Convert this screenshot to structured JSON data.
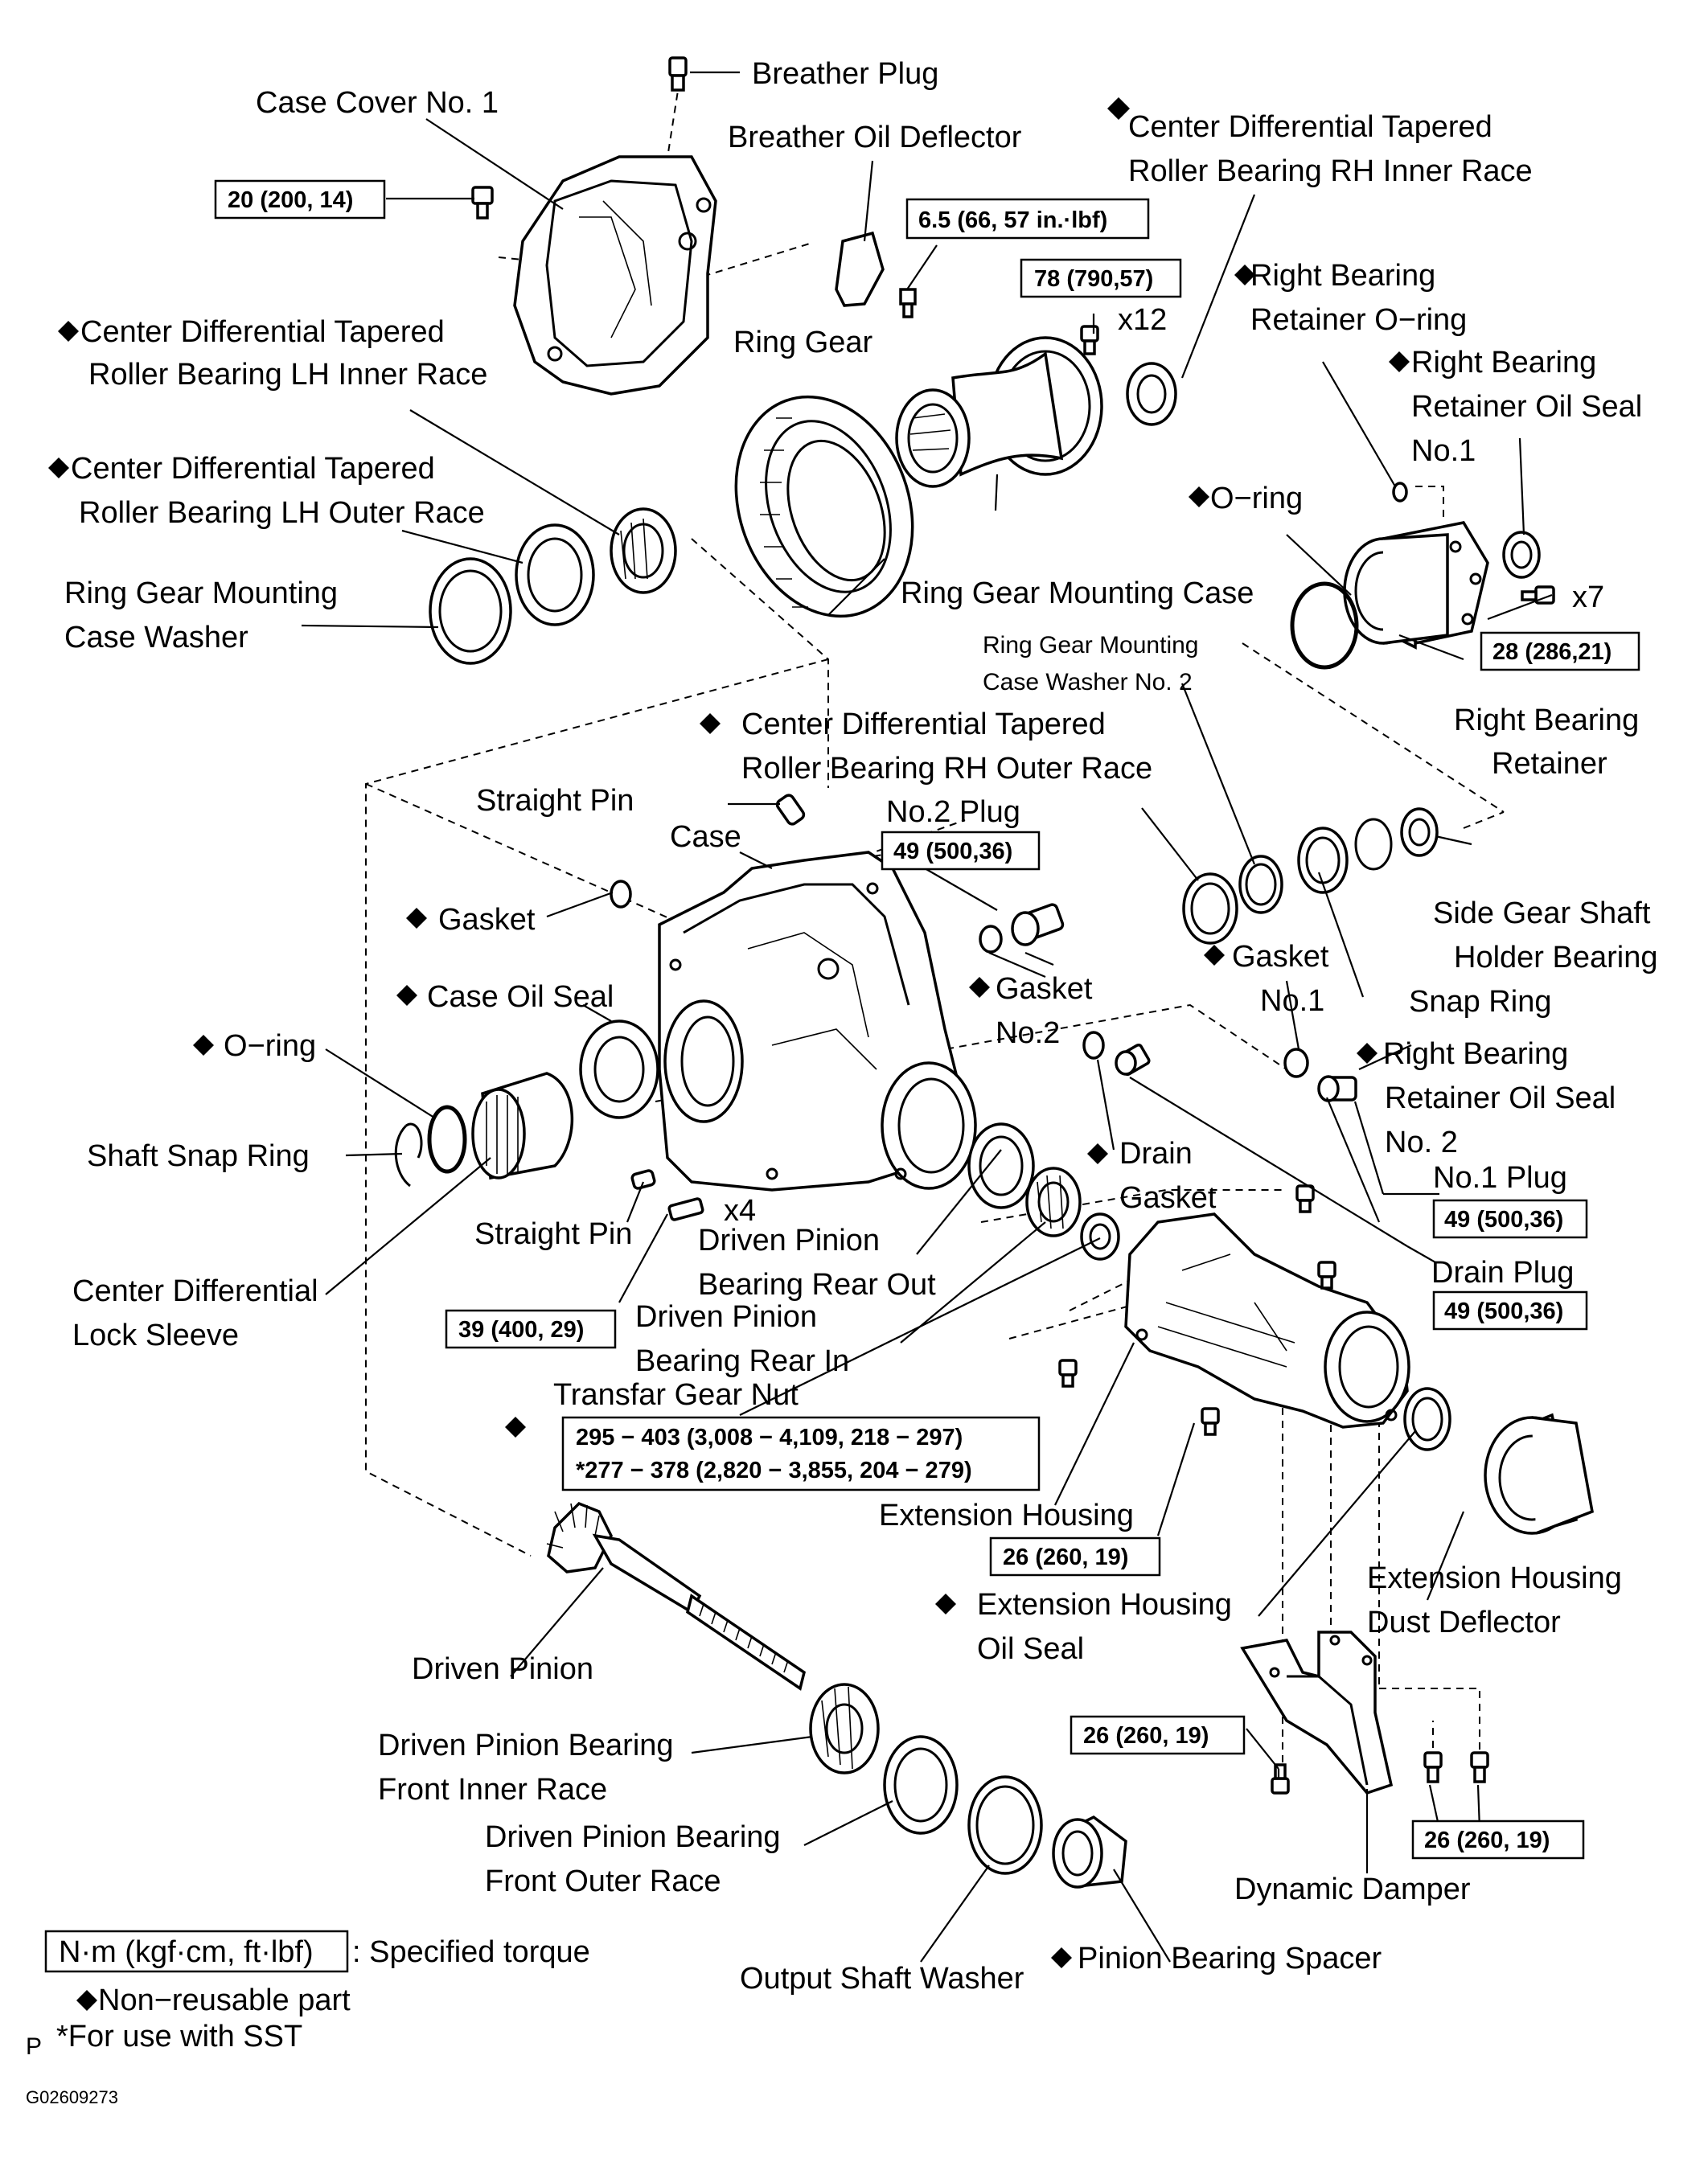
{
  "labels": {
    "breather_plug": "Breather Plug",
    "case_cover": "Case Cover No. 1",
    "breather_oil_deflector": "Breather Oil Deflector",
    "cd_rh_inner_1": "Center Differential Tapered",
    "cd_rh_inner_2": "Roller Bearing RH Inner Race",
    "cd_lh_inner_1": "Center Differential Tapered",
    "cd_lh_inner_2": "Roller Bearing LH Inner Race",
    "ring_gear": "Ring Gear",
    "x12": "x12",
    "right_oring_1": "Right Bearing",
    "right_oring_2": "Retainer O−ring",
    "right_seal1_1": "Right Bearing",
    "right_seal1_2": "Retainer Oil Seal",
    "right_seal1_3": "No.1",
    "cd_lh_outer_1": "Center Differential Tapered",
    "cd_lh_outer_2": "Roller Bearing LH Outer Race",
    "oring_top": "O−ring",
    "x7": "x7",
    "rgmc_washer_1": "Ring  Gear  Mounting",
    "rgmc_washer_2": "Case Washer",
    "ring_gear_mounting_case": "Ring Gear Mounting Case",
    "rgmc_washer2_1": "Ring Gear Mounting",
    "rgmc_washer2_2": "Case Washer No. 2",
    "right_bearing_retainer_1": "Right Bearing",
    "right_bearing_retainer_2": "Retainer",
    "cd_rh_outer_1": "Center Differential Tapered",
    "cd_rh_outer_2": "Roller Bearing RH Outer Race",
    "straight_pin_top": "Straight Pin",
    "no2_plug": "No.2 Plug",
    "case": "Case",
    "gasket_top": "Gasket",
    "side_gear_1": "Side  Gear  Shaft",
    "side_gear_2": "Holder Bearing",
    "gasket_no1_1": "Gasket",
    "gasket_no1_2": "No.1",
    "case_oil_seal": "Case Oil Seal",
    "gasket_no2_1": "Gasket",
    "gasket_no2_2": "No.2",
    "snap_ring": "Snap Ring",
    "oring_left": "O−ring",
    "right_seal2_1": "Right Bearing",
    "right_seal2_2": "Retainer Oil Seal",
    "right_seal2_3": "No. 2",
    "shaft_snap_ring": "Shaft Snap Ring",
    "drain_gasket_1": "Drain",
    "drain_gasket_2": "Gasket",
    "no1_plug": "No.1 Plug",
    "straight_pin_bottom": "Straight Pin",
    "x4": "x4",
    "dpb_rear_out_1": "Driven Pinion",
    "dpb_rear_out_2": "Bearing Rear Out",
    "drain_plug": "Drain Plug",
    "cd_lock_sleeve_1": "Center Differential",
    "cd_lock_sleeve_2": "Lock Sleeve",
    "dpb_rear_in_1": "Driven Pinion",
    "dpb_rear_in_2": "Bearing Rear In",
    "transfar_gear_nut": "Transfar Gear Nut",
    "extension_housing": "Extension Housing",
    "ext_dust_1": "Extension Housing",
    "ext_dust_2": "Dust Deflector",
    "ext_oil_seal_1": "Extension Housing",
    "ext_oil_seal_2": "Oil Seal",
    "driven_pinion": "Driven Pinion",
    "dp_front_inner_1": "Driven Pinion Bearing",
    "dp_front_inner_2": "Front Inner Race",
    "dp_front_outer_1": "Driven Pinion Bearing",
    "dp_front_outer_2": "Front Outer Race",
    "dynamic_damper": "Dynamic Damper",
    "output_shaft_washer": "Output Shaft Washer",
    "pinion_bearing_spacer": "Pinion Bearing Spacer"
  },
  "torques": {
    "t_20": "20 (200, 14)",
    "t_65": "6.5 (66, 57 in.·lbf)",
    "t_78": "78 (790,57)",
    "t_28": "28 (286,21)",
    "t_49_no2": "49 (500,36)",
    "t_49_no1": "49 (500,36)",
    "t_49_drain": "49 (500,36)",
    "t_39": "39 (400, 29)",
    "t_nut_1": "295 − 403 (3,008 − 4,109, 218 − 297)",
    "t_nut_2": "*277 − 378 (2,820 − 3,855, 204 − 279)",
    "t_26_ext": "26 (260, 19)",
    "t_26_damper_left": "26 (260, 19)",
    "t_26_damper_right": "26 (260, 19)"
  },
  "legend": {
    "torque_unit": "N·m (kgf·cm, ft·lbf)",
    "torque_desc": ": Specified torque",
    "non_reusable": "Non−reusable part",
    "sst": "*For use with SST",
    "p": "P",
    "figure_code": "G02609273"
  }
}
